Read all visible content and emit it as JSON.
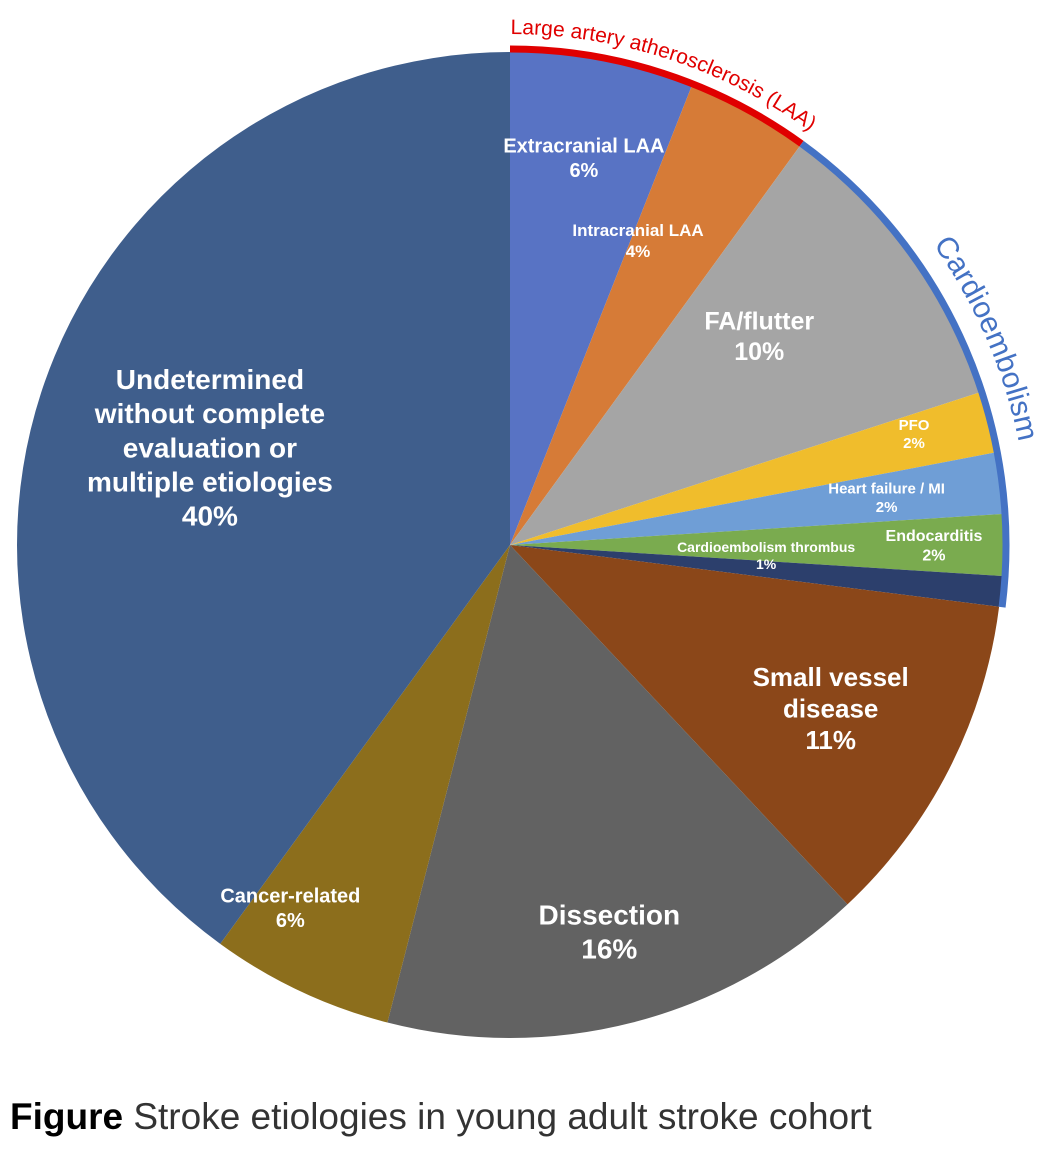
{
  "chart_data": {
    "type": "pie",
    "title": "",
    "slices": [
      {
        "name": "Extracranial LAA",
        "value": 6,
        "label": "6%",
        "color": "#5873c4"
      },
      {
        "name": "Intracranial LAA",
        "value": 4,
        "label": "4%",
        "color": "#d67b37"
      },
      {
        "name": "FA/flutter",
        "value": 10,
        "label": "10%",
        "color": "#a5a5a5"
      },
      {
        "name": "PFO",
        "value": 2,
        "label": "2%",
        "color": "#f0bd2c"
      },
      {
        "name": "Heart failure / MI",
        "value": 2,
        "label": "2%",
        "color": "#6f9ed6"
      },
      {
        "name": "Endocarditis",
        "value": 2,
        "label": "2%",
        "color": "#7aab4f"
      },
      {
        "name": "Cardioembolism thrombus",
        "value": 1,
        "label": "1%",
        "color": "#2c3f6c"
      },
      {
        "name": "Small vessel disease",
        "value": 11,
        "label": "11%",
        "color": "#8b4719"
      },
      {
        "name": "Dissection",
        "value": 16,
        "label": "16%",
        "color": "#626262"
      },
      {
        "name": "Cancer-related",
        "value": 6,
        "label": "6%",
        "color": "#8c6e1c"
      },
      {
        "name": "Undetermined without complete evaluation or multiple etiologies",
        "value": 40,
        "label": "40%",
        "color": "#3f5e8c"
      }
    ],
    "groups": [
      {
        "name": "Large artery atherosclerosis (LAA)",
        "slices": [
          "Extracranial LAA",
          "Intracranial LAA"
        ],
        "color": "#e00000"
      },
      {
        "name": "Cardioembolism",
        "slices": [
          "FA/flutter",
          "PFO",
          "Heart failure / MI",
          "Endocarditis",
          "Cardioembolism thrombus"
        ],
        "color": "#4472c4"
      }
    ]
  },
  "caption": {
    "bold": "Figure",
    "text": " Stroke etiologies in young adult stroke cohort"
  }
}
